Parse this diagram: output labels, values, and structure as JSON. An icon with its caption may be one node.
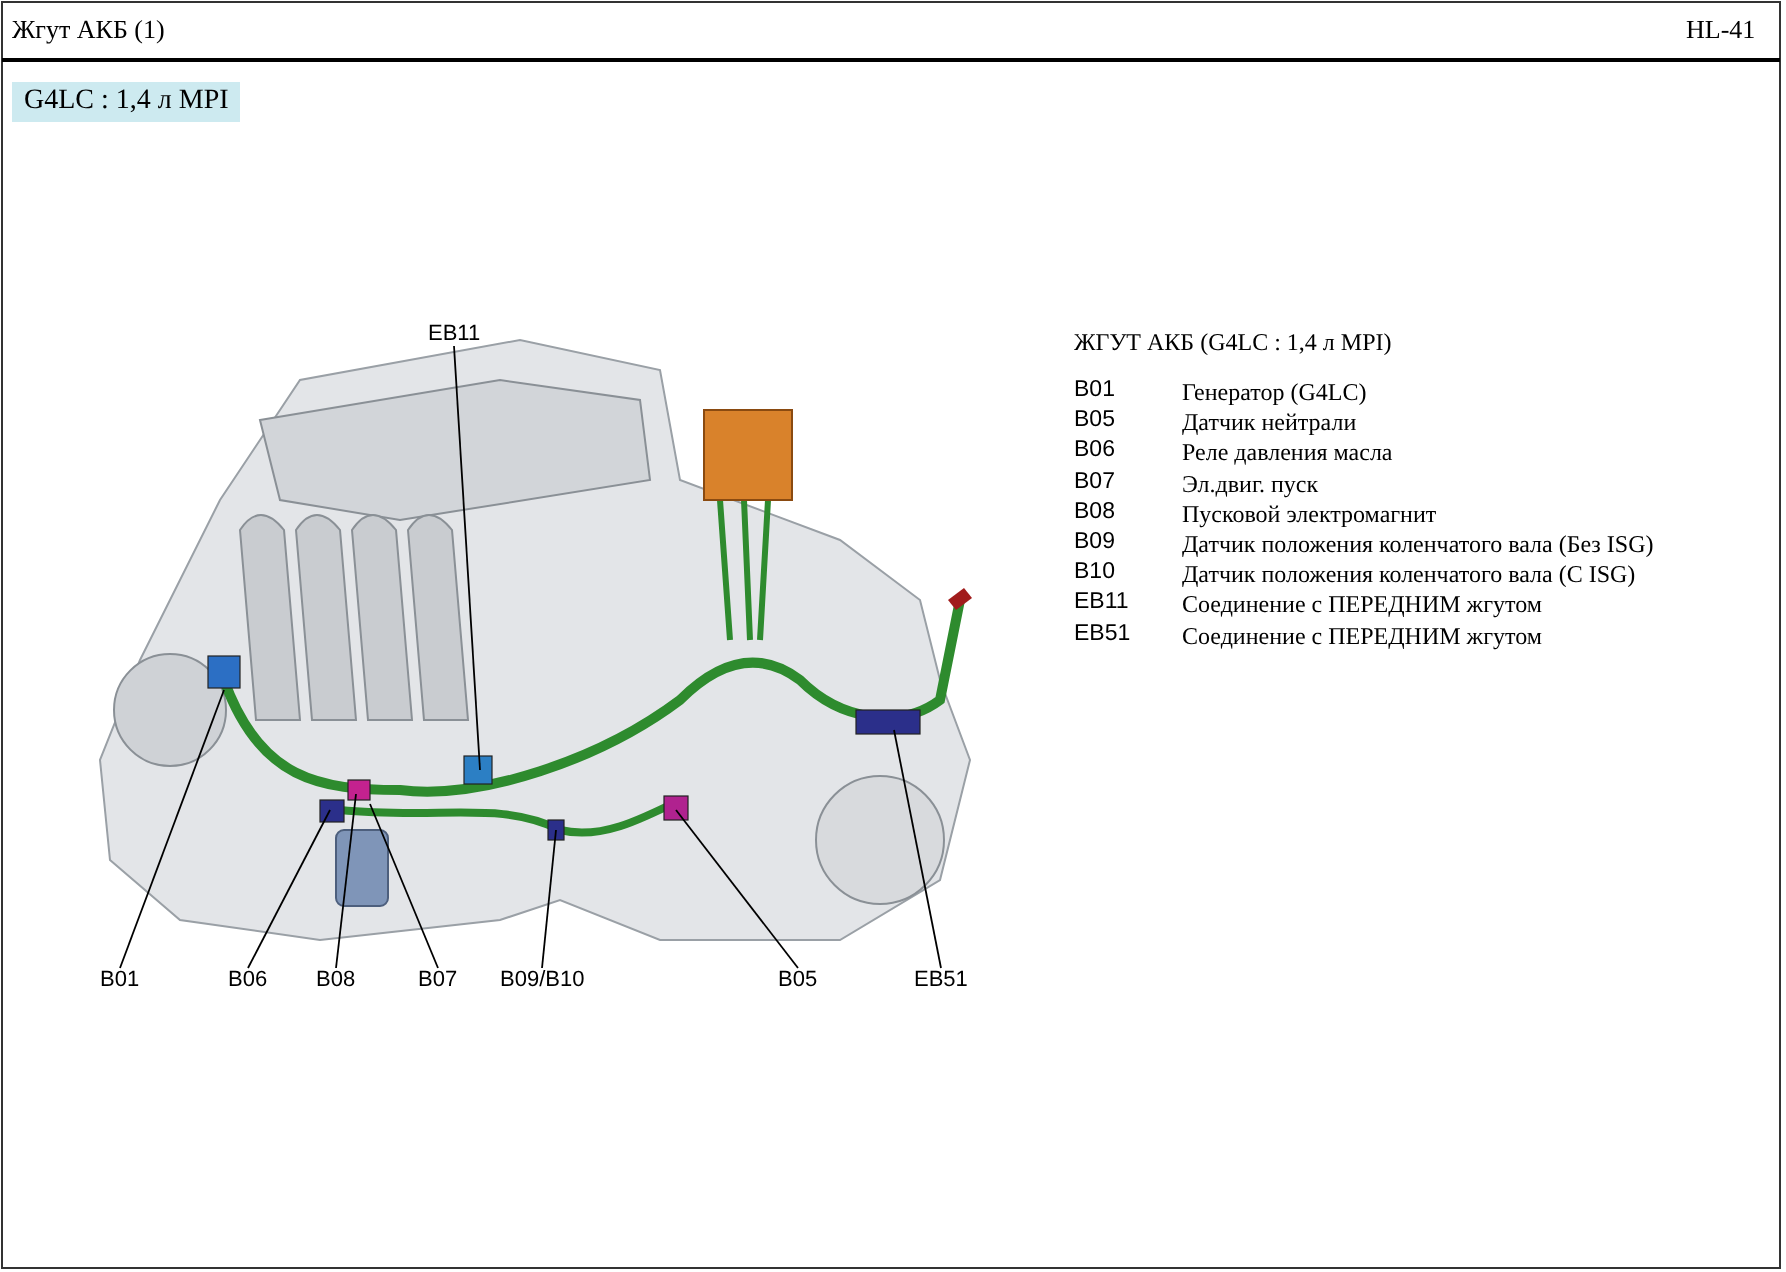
{
  "diagram": {
    "title": "Жгут АКБ (1)",
    "nodes": [
      {
        "text": [
          "G4LC : 1,4 л MPI"
        ]
      },
      {
        "text": [
          "EB11"
        ]
      },
      {
        "text": [
          "B01"
        ]
      },
      {
        "text": [
          "B06"
        ]
      },
      {
        "text": [
          "B08"
        ]
      },
      {
        "text": [
          "B07"
        ]
      },
      {
        "text": [
          "B09/B10"
        ]
      },
      {
        "text": [
          "B05"
        ]
      },
      {
        "text": [
          "EB51"
        ]
      }
    ],
    "edges": [
      {
        "from": 1,
        "to": null,
        "arrow": "none"
      },
      {
        "from": 2,
        "to": null,
        "arrow": "none"
      },
      {
        "from": 3,
        "to": null,
        "arrow": "none"
      },
      {
        "from": 4,
        "to": null,
        "arrow": "none"
      },
      {
        "from": 5,
        "to": null,
        "arrow": "none"
      },
      {
        "from": 6,
        "to": null,
        "arrow": "none"
      },
      {
        "from": 7,
        "to": null,
        "arrow": "none"
      },
      {
        "from": 8,
        "to": null,
        "arrow": "none"
      }
    ],
    "labels": [
      "HL-41",
      "ЖГУТ АКБ (G4LC : 1,4 л MPI)",
      "B01",
      "Генератор (G4LC)",
      "B05",
      "Датчик нейтрали",
      "B06",
      "Реле давления масла",
      "B07",
      "Эл.двиг. пуск",
      "B08",
      "Пусковой электромагнит",
      "B09",
      "Датчик положения коленчатого вала (Без ISG)",
      "B10",
      "Датчик положения коленчатого вала (С ISG)",
      "EB11",
      "Соединение с ПЕРЕДНИМ жгутом",
      "EB51",
      "Соединение с ПЕРЕДНИМ жгутом"
    ]
  }
}
